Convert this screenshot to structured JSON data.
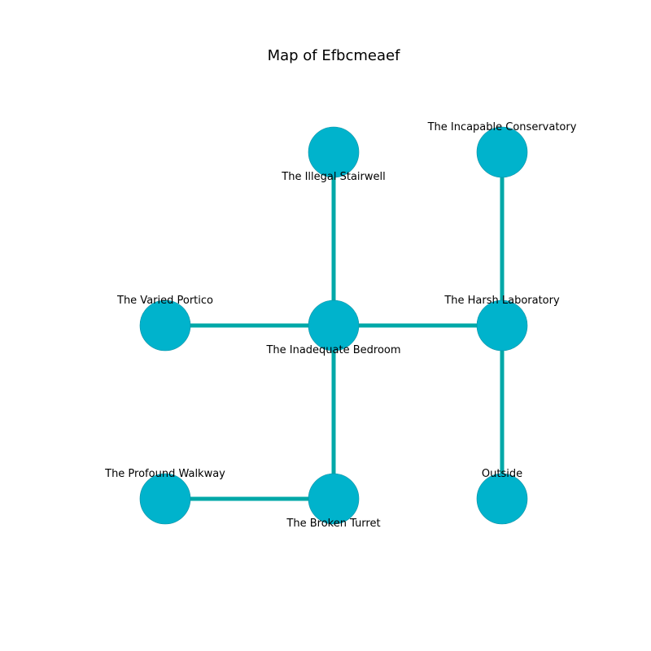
{
  "title": "Map of Efbcmeaef",
  "colors": {
    "node_fill": "#00b3cc",
    "edge": "#00a8a8"
  },
  "rooms": [
    {
      "id": "illegal-stairwell",
      "name": "The Illegal Stairwell",
      "col": 1,
      "row": 0
    },
    {
      "id": "incapable-conservatory",
      "name": "The Incapable Conservatory",
      "col": 2,
      "row": 0
    },
    {
      "id": "varied-portico",
      "name": "The Varied Portico",
      "col": 0,
      "row": 1
    },
    {
      "id": "inadequate-bedroom",
      "name": "The Inadequate Bedroom",
      "col": 1,
      "row": 1
    },
    {
      "id": "harsh-laboratory",
      "name": "The Harsh Laboratory",
      "col": 2,
      "row": 1
    },
    {
      "id": "profound-walkway",
      "name": "The Profound Walkway",
      "col": 0,
      "row": 2
    },
    {
      "id": "broken-turret",
      "name": "The Broken Turret",
      "col": 1,
      "row": 2
    },
    {
      "id": "outside",
      "name": "Outside",
      "col": 2,
      "row": 2
    }
  ],
  "connections": [
    [
      "illegal-stairwell",
      "inadequate-bedroom"
    ],
    [
      "incapable-conservatory",
      "harsh-laboratory"
    ],
    [
      "varied-portico",
      "inadequate-bedroom"
    ],
    [
      "inadequate-bedroom",
      "harsh-laboratory"
    ],
    [
      "inadequate-bedroom",
      "broken-turret"
    ],
    [
      "harsh-laboratory",
      "outside"
    ],
    [
      "profound-walkway",
      "broken-turret"
    ]
  ]
}
